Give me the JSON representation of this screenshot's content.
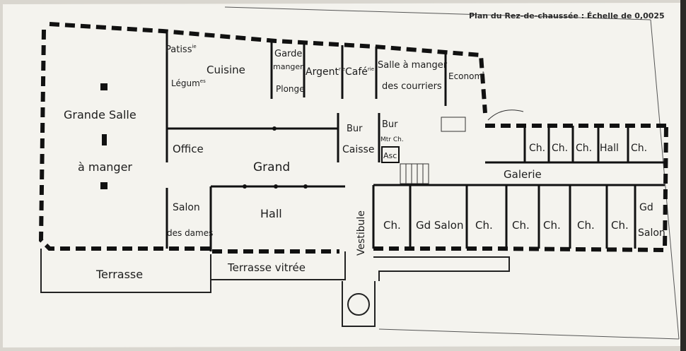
{
  "caption": "Plan du Rez-de-chaussée : Échelle de 0,0025",
  "rooms": {
    "patisserie": "Patiss",
    "patisserie_sup": "ie",
    "legumes": "Légum",
    "legumes_sup": "es",
    "cuisine": "Cuisine",
    "garde": "Garde",
    "manger": "manger",
    "plonge": "Plonge",
    "argenterie": "Argent",
    "argenterie_sup": "rie",
    "cafeterie": "Café",
    "cafeterie_sup": "rie",
    "salle_courriers_1": "Salle à manger",
    "salle_courriers_2": "des courriers",
    "economat": "Econom",
    "economat_sup": "t",
    "grande_salle_1": "Grande Salle",
    "grande_salle_2": "à manger",
    "office": "Office",
    "bur_1": "Bur",
    "bur_2": "Bur",
    "caisse": "Caisse",
    "mch": "Mtr Ch.",
    "asc": "Asc",
    "grand": "Grand",
    "hall": "Hall",
    "salon_dames_1": "Salon",
    "salon_dames_2": "des dames",
    "vestibule": "Vestibule",
    "terrasse": "Terrasse",
    "terrasse_vitree": "Terrasse vitrée",
    "galerie": "Galerie",
    "ch": "Ch.",
    "hall_east": "Hall",
    "gd_salon": "Gd Salon",
    "gd": "Gd",
    "salon": "Salon"
  }
}
